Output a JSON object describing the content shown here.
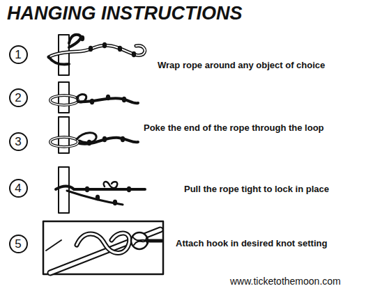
{
  "diagram": {
    "title": "HANGING INSTRUCTIONS",
    "nodes": [
      {
        "text": [
          "1"
        ]
      },
      {
        "text": [
          "2"
        ]
      },
      {
        "text": [
          "3"
        ]
      },
      {
        "text": [
          "4"
        ]
      },
      {
        "text": [
          "5"
        ]
      }
    ],
    "labels": [
      "Wrap rope around any object of choice",
      "Poke the end of the rope through the loop",
      "Pull the rope tight to lock in place",
      "Attach hook in desired knot setting",
      "www.ticketothemoon.com"
    ]
  }
}
